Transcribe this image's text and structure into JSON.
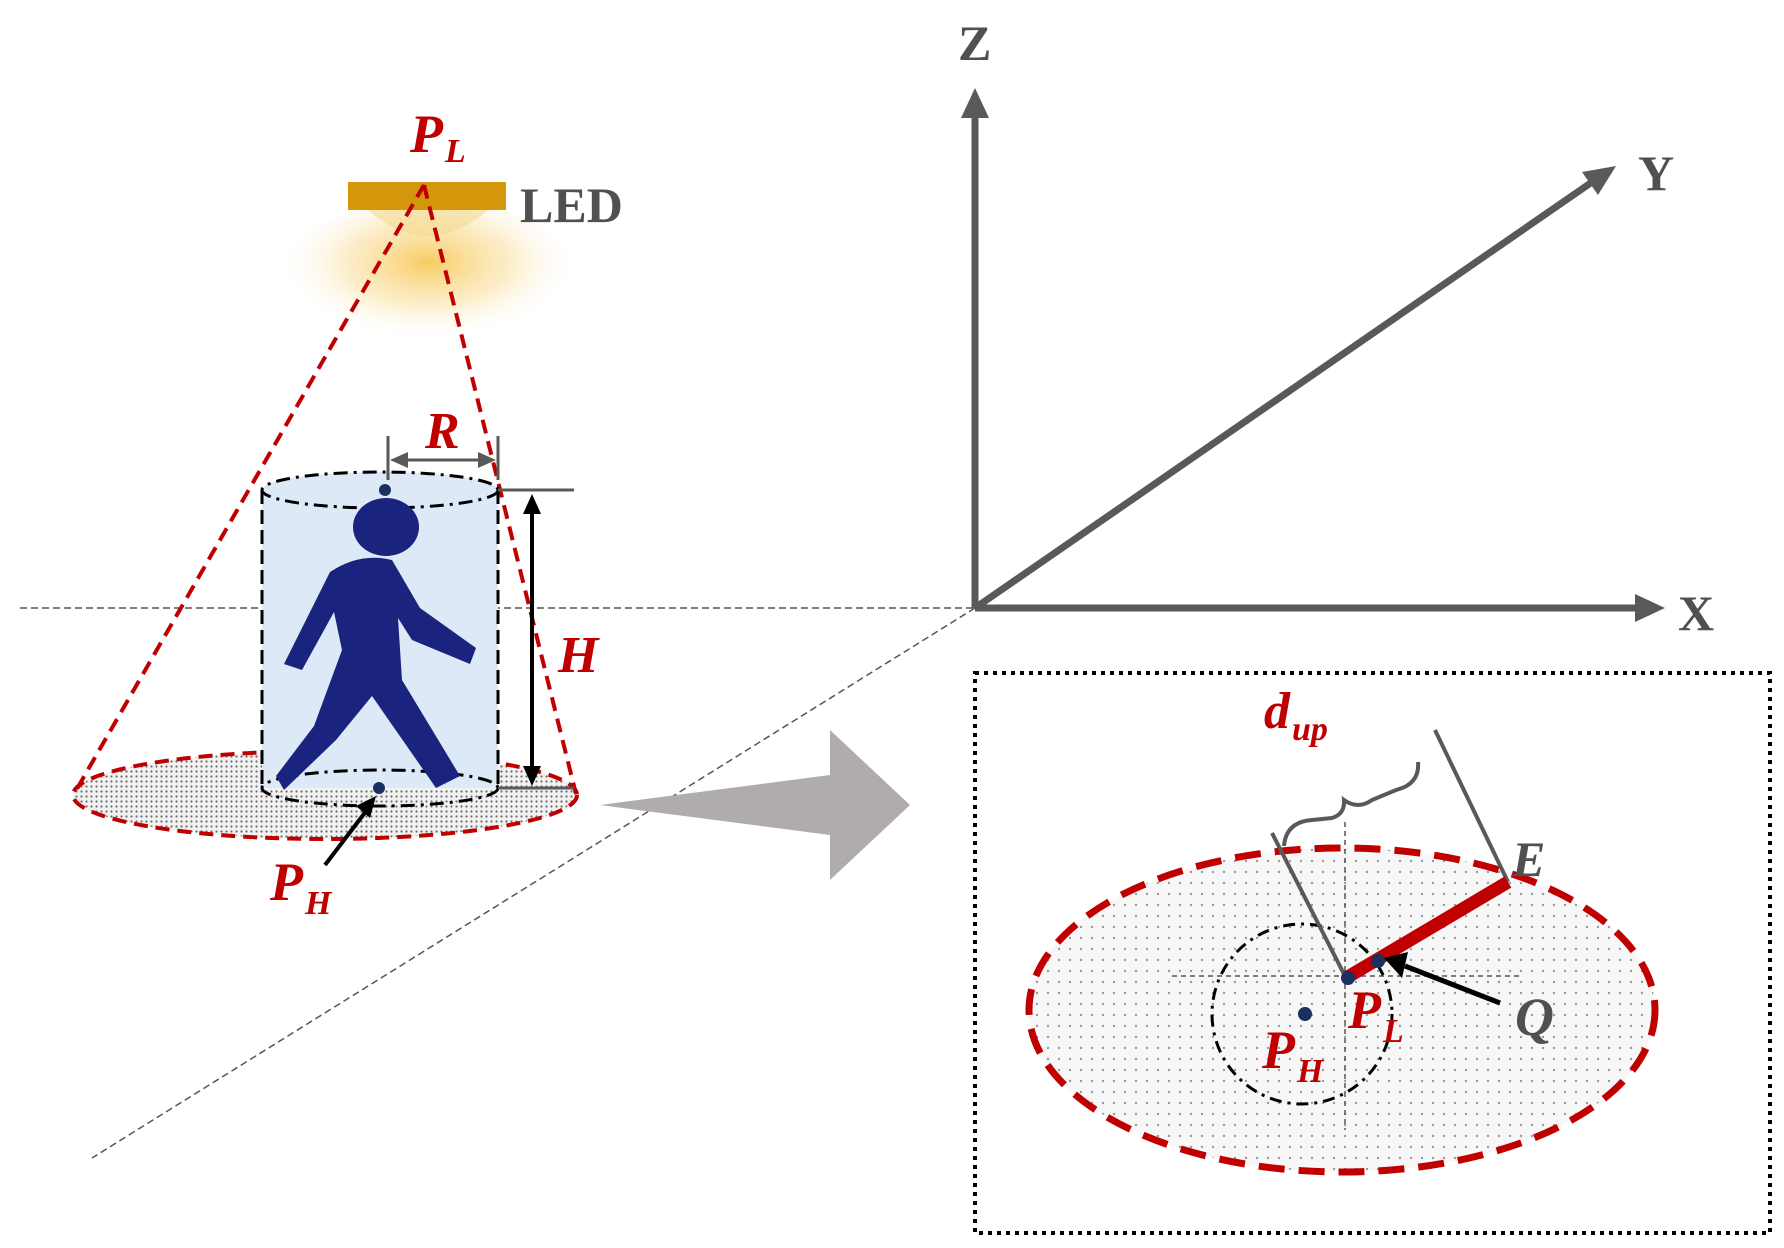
{
  "labels": {
    "pl_main": "P",
    "pl_main_sub": "L",
    "led": "LED",
    "r": "R",
    "h": "H",
    "ph_main": "P",
    "ph_main_sub": "H",
    "z": "Z",
    "y": "Y",
    "x": "X",
    "dup": "d",
    "dup_sub": "up",
    "e": "E",
    "q": "Q",
    "pl_inset": "P",
    "pl_inset_sub": "L",
    "ph_inset": "P",
    "ph_inset_sub": "H"
  },
  "colors": {
    "accent_red": "#c00000",
    "axis_gray": "#595959",
    "person_blue": "#1a237e",
    "cylinder_fill": "#dde9f6",
    "led_amber": "#d4960a",
    "arrow_gray": "#b0acac"
  },
  "icons": {
    "person": "walking-person-icon",
    "led": "led-lamp-icon"
  }
}
